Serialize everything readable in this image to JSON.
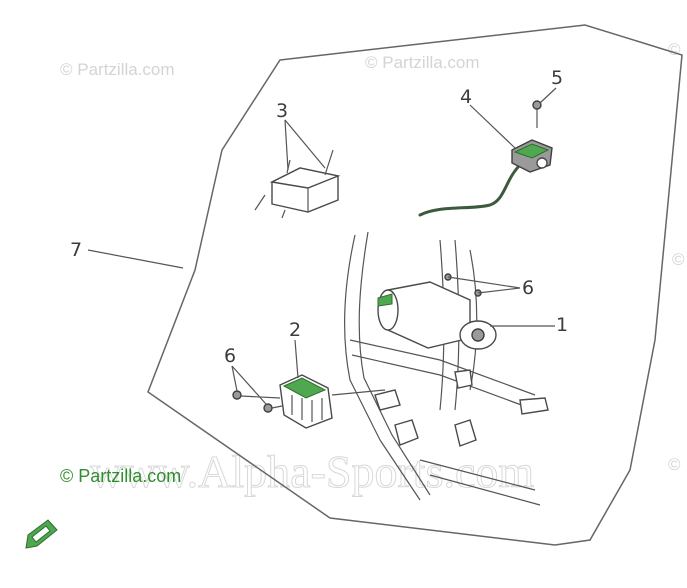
{
  "callouts": {
    "c1": "1",
    "c2": "2",
    "c3": "3",
    "c4": "4",
    "c5": "5",
    "c6a": "6",
    "c6b": "6",
    "c7": "7"
  },
  "watermarks": {
    "top_left": "© Partzilla.com",
    "top_center": "© Partzilla.com",
    "right_top": "©",
    "right_mid": "©",
    "right_bottom": "©",
    "bottom_left": "© Partzilla.com",
    "big": "www.Alpha-Sports.com"
  },
  "colors": {
    "accent_green": "#4fa84f",
    "line": "#555555"
  },
  "icons": {
    "corner": "pencil-logo-icon"
  }
}
